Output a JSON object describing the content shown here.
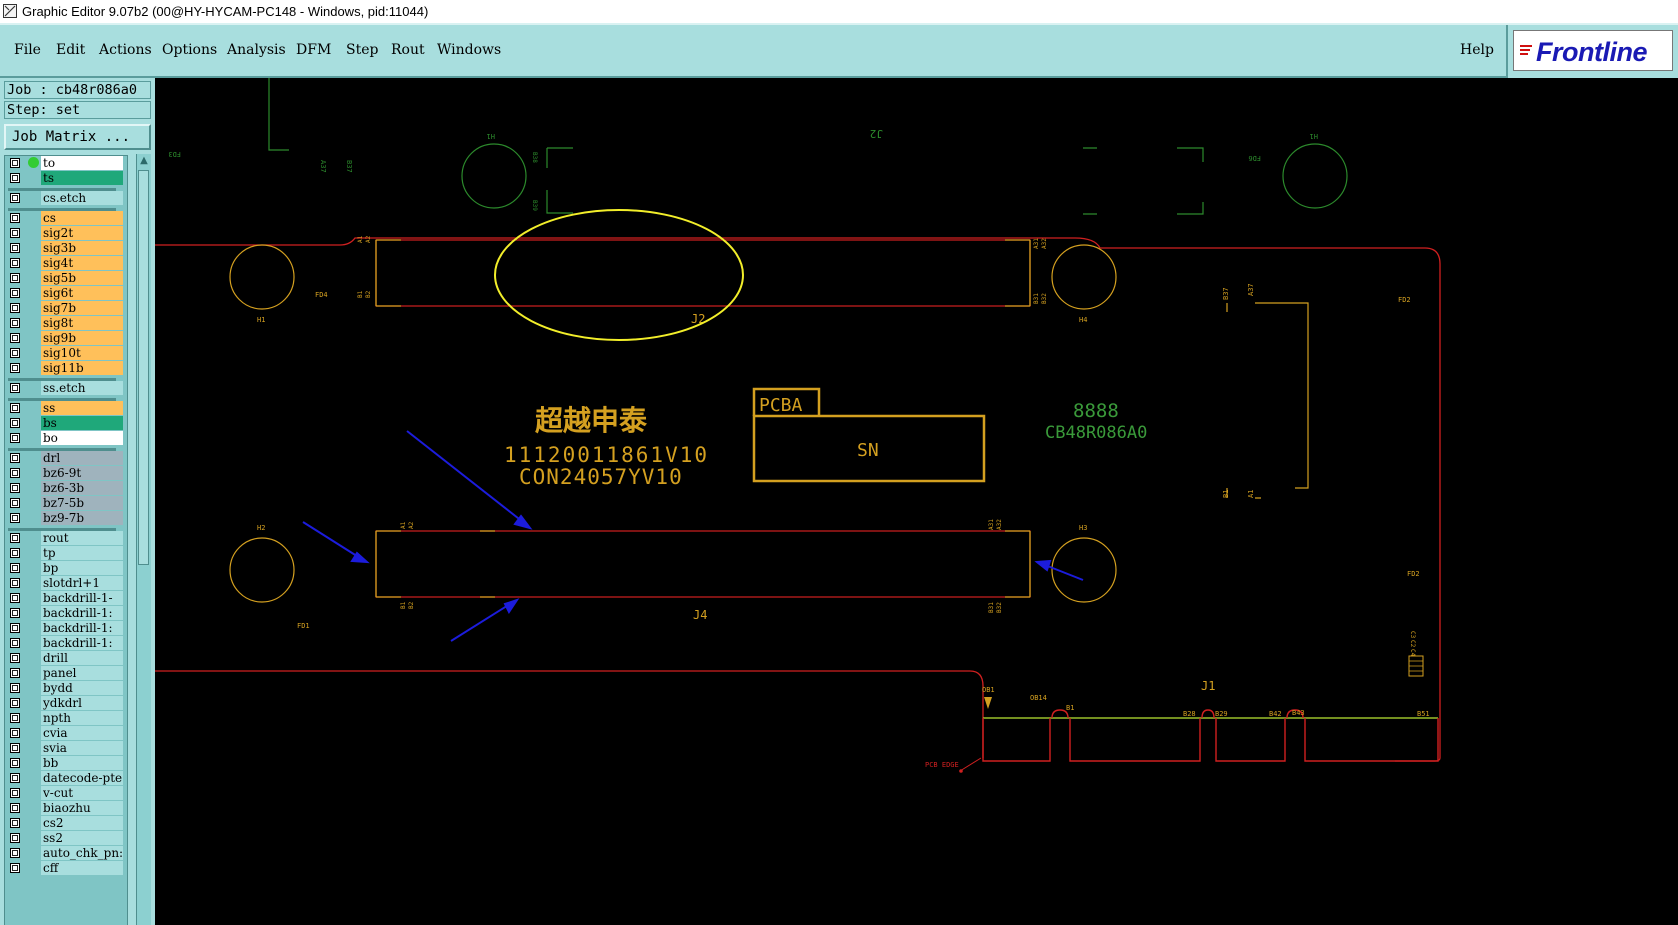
{
  "window": {
    "title": "Graphic Editor 9.07b2 (00@HY-HYCAM-PC148 - Windows, pid:11044)"
  },
  "menu": {
    "items": [
      {
        "label": "File"
      },
      {
        "label": "Edit"
      },
      {
        "label": "Actions"
      },
      {
        "label": "Options"
      },
      {
        "label": "Analysis"
      },
      {
        "label": "DFM"
      },
      {
        "label": "Step"
      },
      {
        "label": "Rout"
      },
      {
        "label": "Windows"
      }
    ],
    "help": "Help",
    "brand": "Frontline"
  },
  "job": {
    "job_label": "Job : cb48r086a0",
    "step_label": "Step: set",
    "matrix_button": "Job Matrix ..."
  },
  "layers": [
    {
      "name": "to",
      "color": "white",
      "active": true
    },
    {
      "name": "ts",
      "color": "green"
    },
    {
      "name": "cs.etch",
      "color": "cyan",
      "sep_before": true
    },
    {
      "name": "cs",
      "color": "orange",
      "sep_before": true
    },
    {
      "name": "sig2t",
      "color": "orange"
    },
    {
      "name": "sig3b",
      "color": "orange"
    },
    {
      "name": "sig4t",
      "color": "orange"
    },
    {
      "name": "sig5b",
      "color": "orange"
    },
    {
      "name": "sig6t",
      "color": "orange"
    },
    {
      "name": "sig7b",
      "color": "orange"
    },
    {
      "name": "sig8t",
      "color": "orange"
    },
    {
      "name": "sig9b",
      "color": "orange"
    },
    {
      "name": "sig10t",
      "color": "orange"
    },
    {
      "name": "sig11b",
      "color": "orange"
    },
    {
      "name": "ss.etch",
      "color": "cyan",
      "sep_before": true
    },
    {
      "name": "ss",
      "color": "orange",
      "sep_before": true
    },
    {
      "name": "bs",
      "color": "green"
    },
    {
      "name": "bo",
      "color": "white"
    },
    {
      "name": "drl",
      "color": "gray",
      "sep_before": true
    },
    {
      "name": "bz6-9t",
      "color": "gray"
    },
    {
      "name": "bz6-3b",
      "color": "gray"
    },
    {
      "name": "bz7-5b",
      "color": "gray"
    },
    {
      "name": "bz9-7b",
      "color": "gray"
    },
    {
      "name": "rout",
      "color": "cyan",
      "sep_before": true
    },
    {
      "name": "tp",
      "color": "cyan"
    },
    {
      "name": "bp",
      "color": "cyan"
    },
    {
      "name": "slotdrl+1",
      "color": "cyan"
    },
    {
      "name": "backdrill-1-",
      "color": "cyan"
    },
    {
      "name": "backdrill-1:",
      "color": "cyan"
    },
    {
      "name": "backdrill-1:",
      "color": "cyan"
    },
    {
      "name": "backdrill-1:",
      "color": "cyan"
    },
    {
      "name": "drill",
      "color": "cyan"
    },
    {
      "name": "panel",
      "color": "cyan"
    },
    {
      "name": "bydd",
      "color": "cyan"
    },
    {
      "name": "ydkdrl",
      "color": "cyan"
    },
    {
      "name": "npth",
      "color": "cyan"
    },
    {
      "name": "cvia",
      "color": "cyan"
    },
    {
      "name": "svia",
      "color": "cyan"
    },
    {
      "name": "bb",
      "color": "cyan"
    },
    {
      "name": "datecode-pte",
      "color": "cyan"
    },
    {
      "name": "v-cut",
      "color": "cyan"
    },
    {
      "name": "biaozhu",
      "color": "cyan"
    },
    {
      "name": "cs2",
      "color": "cyan"
    },
    {
      "name": "ss2",
      "color": "cyan"
    },
    {
      "name": "auto_chk_pn:",
      "color": "cyan"
    },
    {
      "name": "cff",
      "color": "cyan"
    }
  ],
  "pcb": {
    "silk": {
      "company": "超越申泰",
      "part1": "11120011861V10",
      "part2": "CON24057YV10",
      "pcba": "PCBA",
      "sn": "SN",
      "code_dots": "8888",
      "board_code": "CB48R086A0",
      "j2": "J2",
      "j2_mirror": "J2",
      "j4": "J4",
      "j1": "J1",
      "h1": "H1",
      "h2": "H2",
      "h3": "H3",
      "h4": "H4",
      "hm1": "H1",
      "hm2": "H1",
      "fd1": "FD1",
      "fd2a": "FD2",
      "fd2b": "FD2",
      "fd4": "FD4",
      "fd3": "FD3",
      "fd6": "FD6",
      "pcb_edge": "PCB EDGE",
      "ob1": "OB1",
      "ob14": "OB14",
      "b1": "B1",
      "b28": "B28",
      "b29": "B29",
      "b42": "B42",
      "b43": "B43",
      "b51": "B51",
      "pin_a1": "A1",
      "pin_a2": "A2",
      "pin_b1": "B1",
      "pin_b2": "B2",
      "pin_a31": "A31",
      "pin_a32": "A32",
      "pin_b31": "B31",
      "pin_b32": "B32",
      "pin_a37": "A37",
      "pin_b37": "B37",
      "pin_b38": "B38",
      "pin_b39": "B39",
      "pin_a37b": "A37",
      "pin_a1b": "A1",
      "pin_b37b": "B37",
      "pin_b1b": "B1",
      "c3": "C3",
      "c2": "C2",
      "c4": "C4"
    }
  }
}
